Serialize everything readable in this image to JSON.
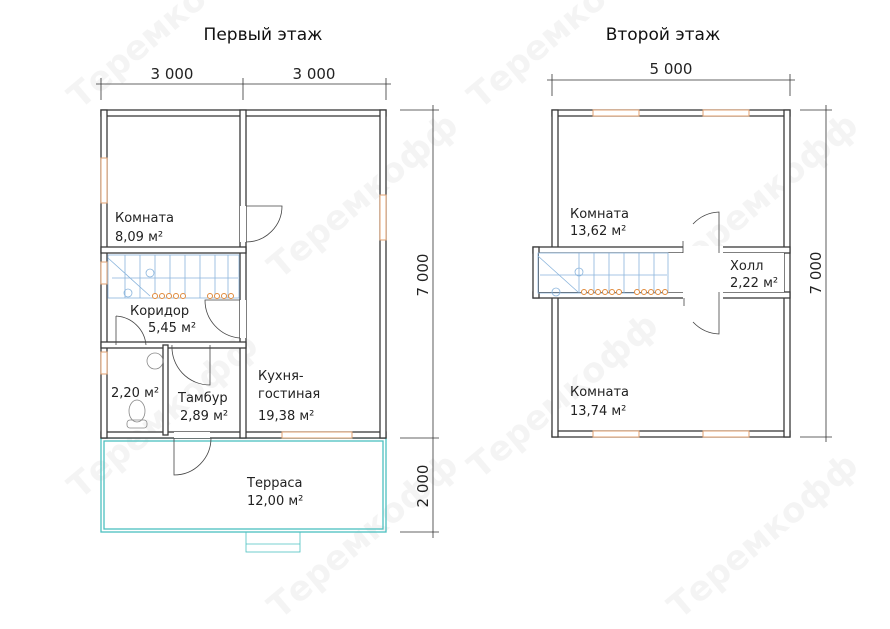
{
  "watermark": "Теремкофф",
  "floor1": {
    "title": "Первый этаж",
    "dims": {
      "top_left": "3 000",
      "top_right": "3 000",
      "right_main": "7 000",
      "right_terrace": "2 000"
    },
    "rooms": [
      {
        "name": "Комната",
        "area": "8,09 м²"
      },
      {
        "name": "Коридор",
        "area": "5,45 м²"
      },
      {
        "name": "",
        "area": "2,20 м²"
      },
      {
        "name": "Тамбур",
        "area": "2,89 м²"
      },
      {
        "name": "Кухня-",
        "name2": "гостиная",
        "area": "19,38 м²"
      },
      {
        "name": "Терраса",
        "area": "12,00 м²"
      }
    ]
  },
  "floor2": {
    "title": "Второй этаж",
    "dims": {
      "top": "5 000",
      "right": "7 000"
    },
    "rooms": [
      {
        "name": "Комната",
        "area": "13,62 м²"
      },
      {
        "name": "Холл",
        "area": "2,22 м²"
      },
      {
        "name": "Комната",
        "area": "13,74 м²"
      }
    ]
  }
}
